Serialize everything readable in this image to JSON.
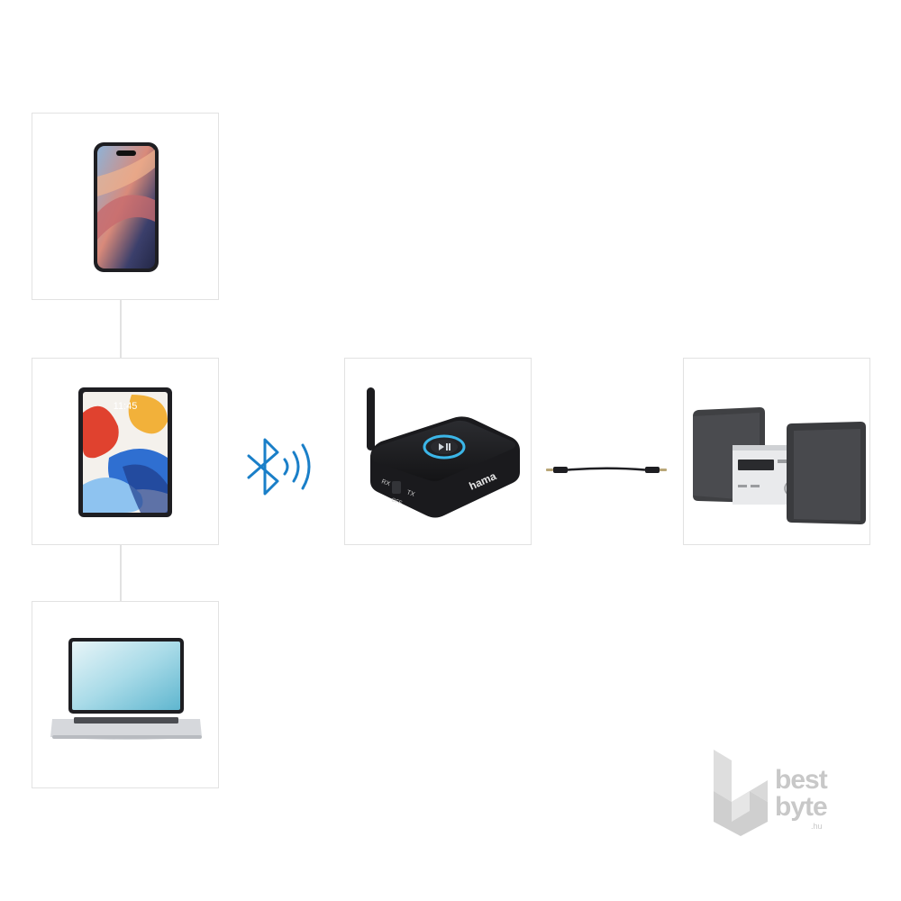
{
  "devices": {
    "smartphone": {
      "clock": ""
    },
    "tablet": {
      "clock": "11:45"
    },
    "laptop": {}
  },
  "receiver": {
    "brand": "hama",
    "switch_left": "RX",
    "switch_mid": "OFF",
    "switch_right": "TX"
  },
  "watermark": {
    "line1": "best",
    "line2": "byte",
    "suffix": ".hu"
  },
  "colors": {
    "bluetooth": "#1a7fc8",
    "border": "#e2e2e2",
    "receiver_ring": "#3bb6e8"
  }
}
